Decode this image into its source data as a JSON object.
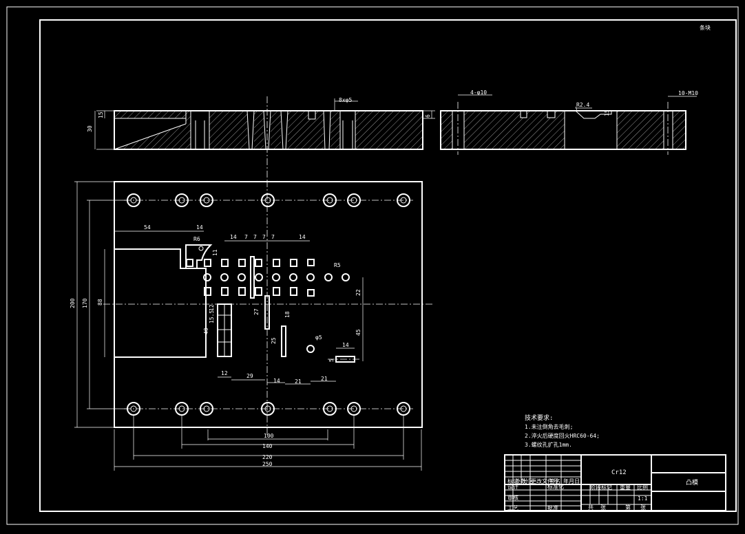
{
  "drawing": {
    "corner_label": "条块",
    "material": "Cr12",
    "part_name": "凸模"
  },
  "tech_notes": {
    "heading": "技术要求:",
    "items": [
      "1.未注倒角去毛刺;",
      "2.淬火后硬度回火HRC60-64;",
      "3.螺纹孔扩孔1mm."
    ]
  },
  "dimensions": {
    "bottom": [
      "100",
      "140",
      "220",
      "250"
    ],
    "left": [
      "200",
      "170",
      "88"
    ],
    "top_row": [
      "54",
      "14",
      "14",
      "7",
      "7",
      "7",
      "7",
      "14"
    ],
    "lower_row": [
      "12",
      "29",
      "14",
      "21",
      "21"
    ],
    "misc": [
      "R6",
      "11",
      "R5",
      "22",
      "45",
      "φ5",
      "14",
      "5",
      "27",
      "18",
      "25",
      "40",
      "15.5",
      "12"
    ],
    "section_a": [
      "8xφ5",
      "30",
      "15",
      "6"
    ],
    "section_b": [
      "4-φ10",
      "R2.4",
      "10-M10",
      "15"
    ]
  },
  "title_block": {
    "cells": [
      "标记",
      "处数",
      "分区",
      "更改文件号",
      "签名",
      "年月日",
      "设计",
      "标准化",
      "审核",
      "工艺",
      "批准",
      "阶段标记",
      "重量",
      "比例",
      "1:1",
      "共",
      "张",
      "第",
      "张"
    ]
  }
}
